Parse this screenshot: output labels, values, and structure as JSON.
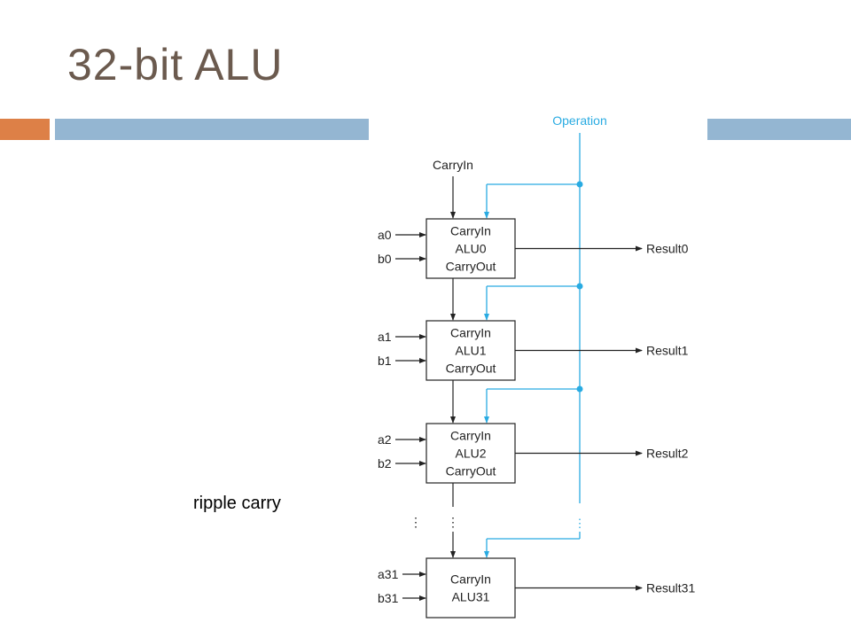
{
  "slide": {
    "title": "32-bit ALU",
    "caption": "ripple carry"
  },
  "diagram": {
    "operation_label": "Operation",
    "top_carry_in": "CarryIn",
    "alus": [
      {
        "a": "a0",
        "b": "b0",
        "carry_in": "CarryIn",
        "name": "ALU0",
        "carry_out": "CarryOut",
        "result": "Result0"
      },
      {
        "a": "a1",
        "b": "b1",
        "carry_in": "CarryIn",
        "name": "ALU1",
        "carry_out": "CarryOut",
        "result": "Result1"
      },
      {
        "a": "a2",
        "b": "b2",
        "carry_in": "CarryIn",
        "name": "ALU2",
        "carry_out": "CarryOut",
        "result": "Result2"
      },
      {
        "a": "a31",
        "b": "b31",
        "carry_in": "CarryIn",
        "name": "ALU31",
        "carry_out": "",
        "result": "Result31"
      }
    ]
  },
  "colors": {
    "title": "#6b5a4e",
    "accent_orange": "#dd8047",
    "accent_blue": "#94b6d2",
    "operation_line": "#29abe2"
  }
}
